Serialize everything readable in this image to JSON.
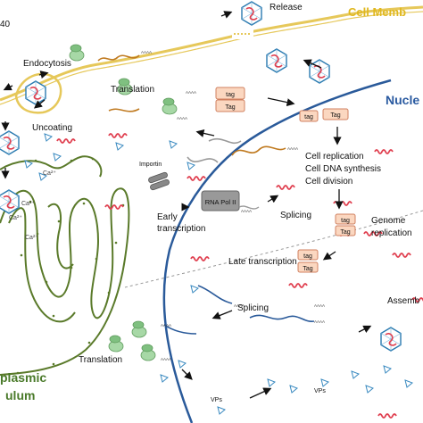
{
  "labels": {
    "sv40": "40",
    "endocytosis": "Endocytosis",
    "uncoating": "Uncoating",
    "importin": "Importin",
    "translation_top": "Translation",
    "translation_bottom": "Translation",
    "release": "Release",
    "cell_membrane": "Cell Memb",
    "nucleus": "Nucle",
    "cell_replication": "Cell replication",
    "cell_dna_synthesis": "Cell DNA synthesis",
    "cell_division": "Cell division",
    "genome_replication_1": "Genome",
    "genome_replication_2": "replication",
    "rna_pol_ii": "RNA Pol II",
    "splicing_top": "Splicing",
    "splicing_bottom": "Splicing",
    "early_transcription_1": "Early",
    "early_transcription_2": "transcription",
    "late_transcription": "Late transcription",
    "assembly": "Assemb",
    "er_1": "plasmic",
    "er_2": "ulum",
    "vps_1": "VPs",
    "vps_2": "VPs",
    "tag_small": "tag",
    "tag_large": "Tag",
    "polya": "AAAA",
    "calcium": "Ca²⁺"
  },
  "colors": {
    "membrane": "#e6c85a",
    "membrane_text": "#e0b820",
    "nucleus_line": "#2a5a9a",
    "nucleus_text": "#2a5aa0",
    "er": "#5a7a2a",
    "er_text": "#4a7a2a",
    "tag_fill": "#fbd7c0",
    "tag_stroke": "#d08060",
    "virus": "#2a7ab0",
    "dna": "#e04050",
    "ribosome": "#7fc080"
  }
}
